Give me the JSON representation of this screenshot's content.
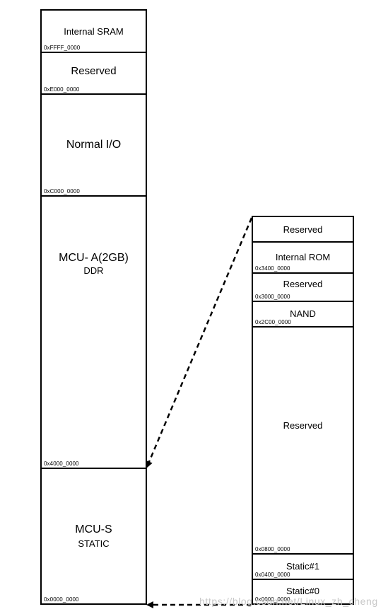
{
  "left_map": {
    "blocks": [
      {
        "name": "Internal SRAM",
        "sub": "",
        "address": "0xFFFF_0000"
      },
      {
        "name": "Reserved",
        "sub": "",
        "address": "0xE000_0000"
      },
      {
        "name": "Normal I/O",
        "sub": "",
        "address": "0xC000_0000"
      },
      {
        "name": "MCU- A(2GB)",
        "sub": "DDR",
        "address": "0x4000_0000"
      },
      {
        "name": "MCU-S",
        "sub": "STATIC",
        "address": "0x0000_0000"
      }
    ]
  },
  "right_map": {
    "blocks": [
      {
        "name": "Reserved",
        "address": ""
      },
      {
        "name": "Internal ROM",
        "address": "0x3400_0000"
      },
      {
        "name": "Reserved",
        "address": "0x3000_0000"
      },
      {
        "name": "NAND",
        "address": "0x2C00_0000"
      },
      {
        "name": "Reserved",
        "address": "0x0800_0000"
      },
      {
        "name": "Static#1",
        "address": "0x0400_0000"
      },
      {
        "name": "Static#0",
        "address": "0x0000_0000"
      }
    ]
  },
  "watermark": "https://blog.csdn.net/Linux_zh_cheng"
}
